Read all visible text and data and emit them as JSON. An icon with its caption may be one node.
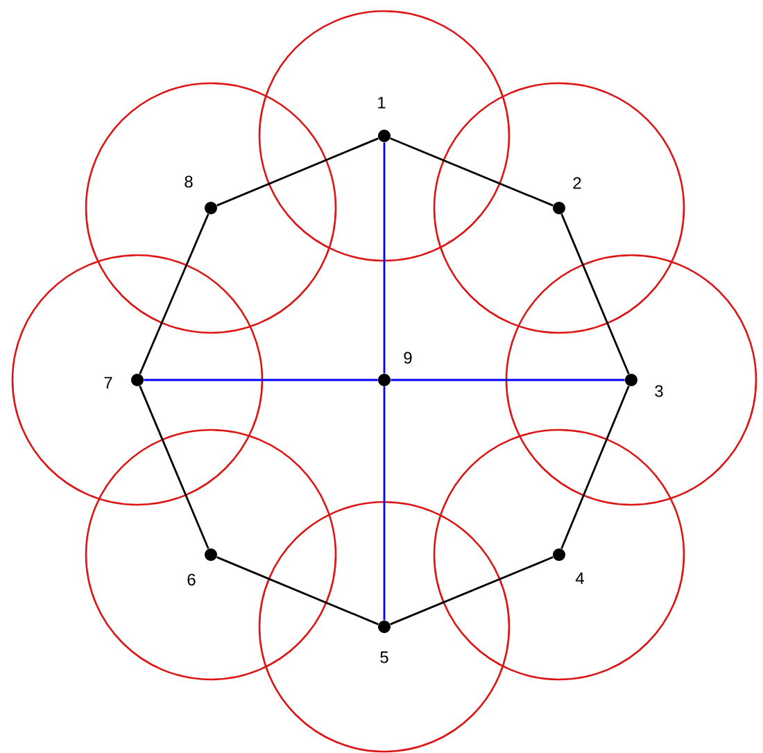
{
  "diagram": {
    "nodes": [
      {
        "text": [
          "1"
        ]
      },
      {
        "text": [
          "2"
        ]
      },
      {
        "text": [
          "3"
        ]
      },
      {
        "text": [
          "4"
        ]
      },
      {
        "text": [
          "5"
        ]
      },
      {
        "text": [
          "6"
        ]
      },
      {
        "text": [
          "7"
        ]
      },
      {
        "text": [
          "8"
        ]
      },
      {
        "text": [
          "9"
        ]
      }
    ],
    "edges": [
      {
        "from": 0,
        "to": 1,
        "arrow": "none"
      },
      {
        "from": 1,
        "to": 2,
        "arrow": "none"
      },
      {
        "from": 2,
        "to": 3,
        "arrow": "none"
      },
      {
        "from": 3,
        "to": 4,
        "arrow": "none"
      },
      {
        "from": 4,
        "to": 5,
        "arrow": "none"
      },
      {
        "from": 5,
        "to": 6,
        "arrow": "none"
      },
      {
        "from": 6,
        "to": 7,
        "arrow": "none"
      },
      {
        "from": 7,
        "to": 0,
        "arrow": "none"
      },
      {
        "from": 0,
        "to": 8,
        "arrow": "none",
        "color": "#0000ff"
      },
      {
        "from": 8,
        "to": 4,
        "arrow": "none",
        "color": "#0000ff"
      },
      {
        "from": 6,
        "to": 8,
        "arrow": "none",
        "color": "#0000ff"
      },
      {
        "from": 8,
        "to": 2,
        "arrow": "none",
        "color": "#0000ff"
      }
    ]
  }
}
